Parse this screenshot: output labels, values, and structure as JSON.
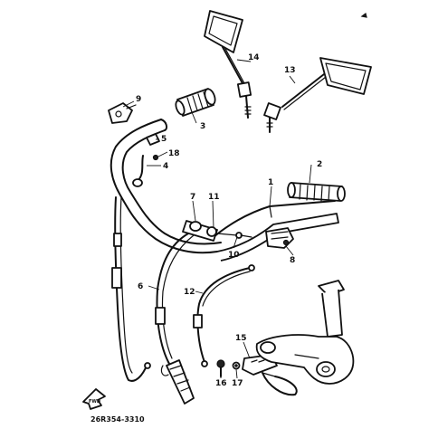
{
  "diagram": {
    "code": "26R354-3310",
    "fwd_label": "FWD",
    "parts": [
      {
        "no": "1"
      },
      {
        "no": "2"
      },
      {
        "no": "3"
      },
      {
        "no": "4"
      },
      {
        "no": "5"
      },
      {
        "no": "6"
      },
      {
        "no": "7"
      },
      {
        "no": "8"
      },
      {
        "no": "9"
      },
      {
        "no": "10"
      },
      {
        "no": "11"
      },
      {
        "no": "12"
      },
      {
        "no": "13"
      },
      {
        "no": "14"
      },
      {
        "no": "15"
      },
      {
        "no": "16"
      },
      {
        "no": "17"
      },
      {
        "no": "18"
      }
    ]
  }
}
